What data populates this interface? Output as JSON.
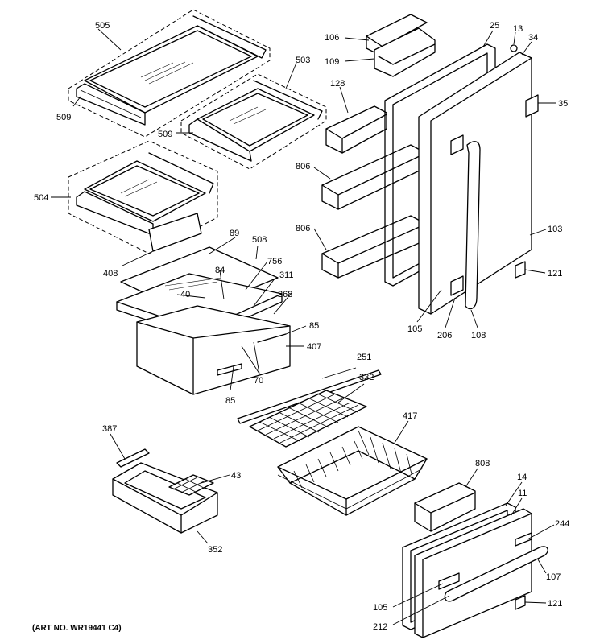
{
  "art_number": "(ART NO. WR19441 C4)",
  "callouts": {
    "c505": "505",
    "c503": "503",
    "c509a": "509",
    "c509b": "509",
    "c504": "504",
    "c408": "408",
    "c89": "89",
    "c508": "508",
    "c84": "84",
    "c756": "756",
    "c311": "311",
    "c40": "40",
    "c268": "268",
    "c85a": "85",
    "c407": "407",
    "c70": "70",
    "c85b": "85",
    "c106": "106",
    "c109": "109",
    "c128": "128",
    "c806a": "806",
    "c806b": "806",
    "c25": "25",
    "c13": "13",
    "c34": "34",
    "c35": "35",
    "c103": "103",
    "c121a": "121",
    "c105a": "105",
    "c206": "206",
    "c108": "108",
    "c251": "251",
    "c332": "332",
    "c417": "417",
    "c387": "387",
    "c43": "43",
    "c352": "352",
    "c808": "808",
    "c14": "14",
    "c11": "11",
    "c244": "244",
    "c107": "107",
    "c105b": "105",
    "c121b": "121",
    "c212": "212"
  }
}
